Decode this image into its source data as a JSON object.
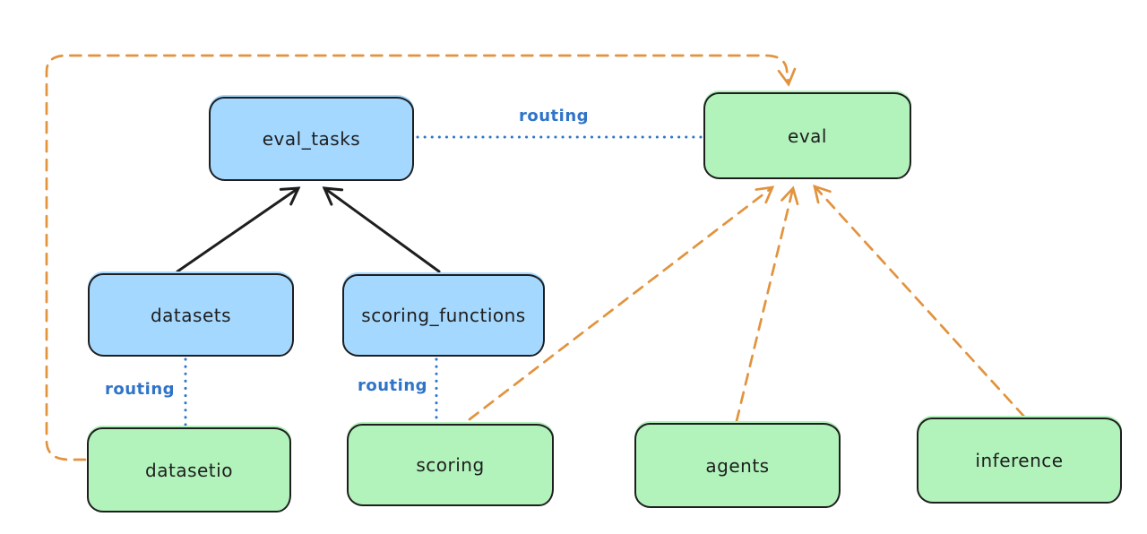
{
  "diagram": {
    "nodes": [
      {
        "id": "eval_tasks",
        "label": "eval_tasks",
        "kind": "blue"
      },
      {
        "id": "eval",
        "label": "eval",
        "kind": "green"
      },
      {
        "id": "datasets",
        "label": "datasets",
        "kind": "blue"
      },
      {
        "id": "scoring_functions",
        "label": "scoring_functions",
        "kind": "blue"
      },
      {
        "id": "datasetio",
        "label": "datasetio",
        "kind": "green"
      },
      {
        "id": "scoring",
        "label": "scoring",
        "kind": "green"
      },
      {
        "id": "agents",
        "label": "agents",
        "kind": "green"
      },
      {
        "id": "inference",
        "label": "inference",
        "kind": "green"
      }
    ],
    "edges": [
      {
        "from": "datasets",
        "to": "eval_tasks",
        "style": "solid",
        "label": ""
      },
      {
        "from": "scoring_functions",
        "to": "eval_tasks",
        "style": "solid",
        "label": ""
      },
      {
        "from": "eval_tasks",
        "to": "eval",
        "style": "dotted",
        "label": "routing"
      },
      {
        "from": "datasets",
        "to": "datasetio",
        "style": "dotted",
        "label": "routing"
      },
      {
        "from": "scoring_functions",
        "to": "scoring",
        "style": "dotted",
        "label": "routing"
      },
      {
        "from": "datasetio",
        "to": "eval",
        "style": "dashed",
        "label": ""
      },
      {
        "from": "scoring",
        "to": "eval",
        "style": "dashed",
        "label": ""
      },
      {
        "from": "agents",
        "to": "eval",
        "style": "dashed",
        "label": ""
      },
      {
        "from": "inference",
        "to": "eval",
        "style": "dashed",
        "label": ""
      }
    ],
    "colors": {
      "blue_fill": "#a5d8ff",
      "green_fill": "#b2f2bb",
      "stroke": "#1e1e1e",
      "routing_blue": "#2e74c8",
      "orange": "#e2933e",
      "background": "#ffffff"
    }
  }
}
